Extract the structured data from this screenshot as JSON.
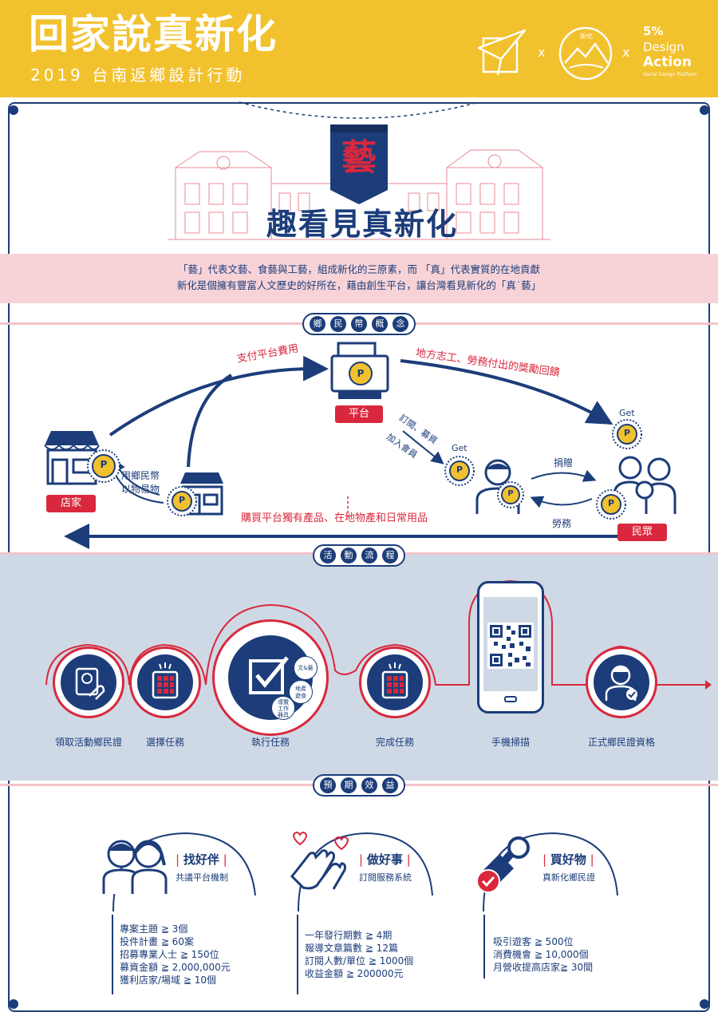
{
  "header": {
    "title": "回家說真新化",
    "subtitle": "2019 台南返鄉設計行動",
    "brand_x": "x",
    "brand_name_1": "5%",
    "brand_name_2": "Design",
    "brand_name_3": "Action",
    "brand_tagline": "Social Design Platform",
    "seal_text": "新化"
  },
  "hero": {
    "banner_char": "藝",
    "headline": "趣看見真新化"
  },
  "intro": {
    "line1": "「藝」代表文藝、食藝與工藝，組成新化的三原素，而 「真」代表實質的在地貢獻",
    "line2": "新化是個擁有豐富人文歷史的好所在，藉由創生平台，讓台灣看見新化的「真˙藝」"
  },
  "section1": {
    "chars": [
      "鄉",
      "民",
      "幣",
      "概",
      "念"
    ],
    "platform_label": "平台",
    "shop_label": "店家",
    "people_label": "民眾",
    "pay_fee": "支付平台費用",
    "reward": "地方志工、勞務付出的獎勵回饋",
    "subscribe_1": "訂閱、募資",
    "subscribe_2": "加入會員",
    "get_1": "Get",
    "get_2": "Get",
    "barter_1": "用鄉民幣",
    "barter_2": "以物易物",
    "donate": "捐贈",
    "labor": "勞務",
    "buy": "購買平台獨有產品、在地物產和日常用品",
    "coin_letter": "P"
  },
  "section2": {
    "chars": [
      "活",
      "動",
      "流",
      "程"
    ],
    "steps": [
      "領取活動鄉民證",
      "選擇任務",
      "執行任務",
      "完成任務",
      "手機掃描",
      "正式鄉民證資格"
    ],
    "mini_bubbles": [
      "文&藝",
      "地產\n遊食",
      "導覽\n工作\n器具"
    ]
  },
  "section3": {
    "chars": [
      "預",
      "期",
      "效",
      "益"
    ],
    "cats": [
      {
        "title": "找好伴",
        "sub": "共議平台機制",
        "items": [
          "專案主題 ≧ 3個",
          "投件計畫 ≧ 60案",
          "招募專業人士 ≧ 150位",
          "募資金額 ≧ 2,000,000元",
          "獲利店家/場域 ≧ 10個"
        ]
      },
      {
        "title": "做好事",
        "sub": "訂閱服務系統",
        "items": [
          "一年發行期數 ≧ 4期",
          "報導文章篇數 ≧ 12篇",
          "訂閱人數/單位 ≧ 1000個",
          "收益金額 ≧ 200000元"
        ]
      },
      {
        "title": "買好物",
        "sub": "真新化鄉民證",
        "items": [
          "吸引遊客 ≧ 500位",
          "消費機會 ≧ 10,000個",
          "月營收提高店家≧ 30間"
        ]
      }
    ]
  },
  "colors": {
    "navy": "#1c3d7a",
    "red": "#d9283d",
    "yellow": "#f2c12e",
    "pink": "#f7d3d8",
    "gray": "#cfd9e6"
  }
}
